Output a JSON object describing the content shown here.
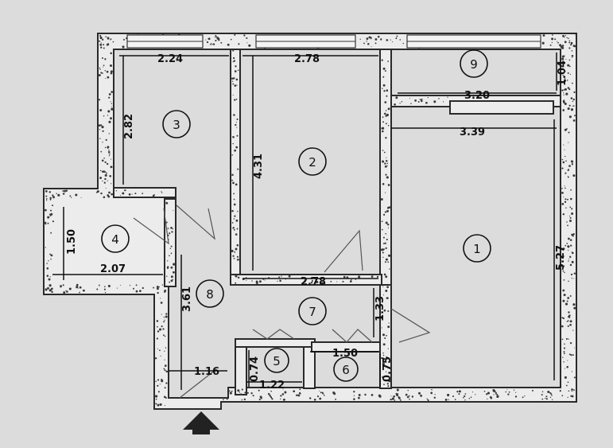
{
  "rooms": [
    {
      "id": "1"
    },
    {
      "id": "2"
    },
    {
      "id": "3"
    },
    {
      "id": "4"
    },
    {
      "id": "5"
    },
    {
      "id": "6"
    },
    {
      "id": "7"
    },
    {
      "id": "8"
    },
    {
      "id": "9"
    }
  ],
  "dimensions": {
    "room3_width": "2.24",
    "room3_height": "2.82",
    "room2_width_top": "2.78",
    "room2_height": "4.31",
    "room2_width_bottom": "2.78",
    "room9_width": "3.20",
    "room9_height": "1.04",
    "room1_width": "3.39",
    "room1_height": "5.27",
    "room4_height": "1.50",
    "room4_width": "2.07",
    "room8_height": "3.61",
    "room8_width": "1.16",
    "room7_height": "1.33",
    "room5_height": "0.74",
    "room5_width": "1.22",
    "room6_width": "1.50",
    "room6_height": "0.75"
  },
  "colors": {
    "background": "#dcdcdc",
    "wall_fill": "#ececec",
    "line": "#111111"
  },
  "icons": {
    "entrance": "entrance-arrow-icon"
  }
}
